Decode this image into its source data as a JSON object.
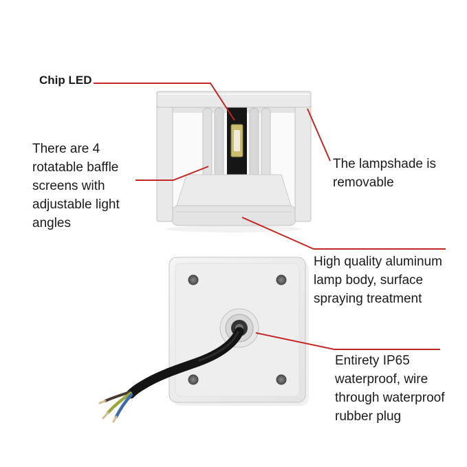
{
  "annotations": {
    "chip_led": "Chip LED",
    "baffle_screens": "There are 4\nrotatable baffle\nscreens with\nadjustable light\nangles",
    "lampshade": "The lampshade is\nremovable",
    "lamp_body": "High quality aluminum\nlamp body, surface\nspraying treatment",
    "waterproof": "Entirety IP65\nwaterproof, wire\nthrough waterproof\nrubber plug"
  },
  "colors": {
    "annotation_line": "#c42525",
    "text": "#1a1a1a",
    "led_chip": "#c9bd6e",
    "lamp_shell": "#e9e9e9",
    "wire": "#141414"
  }
}
